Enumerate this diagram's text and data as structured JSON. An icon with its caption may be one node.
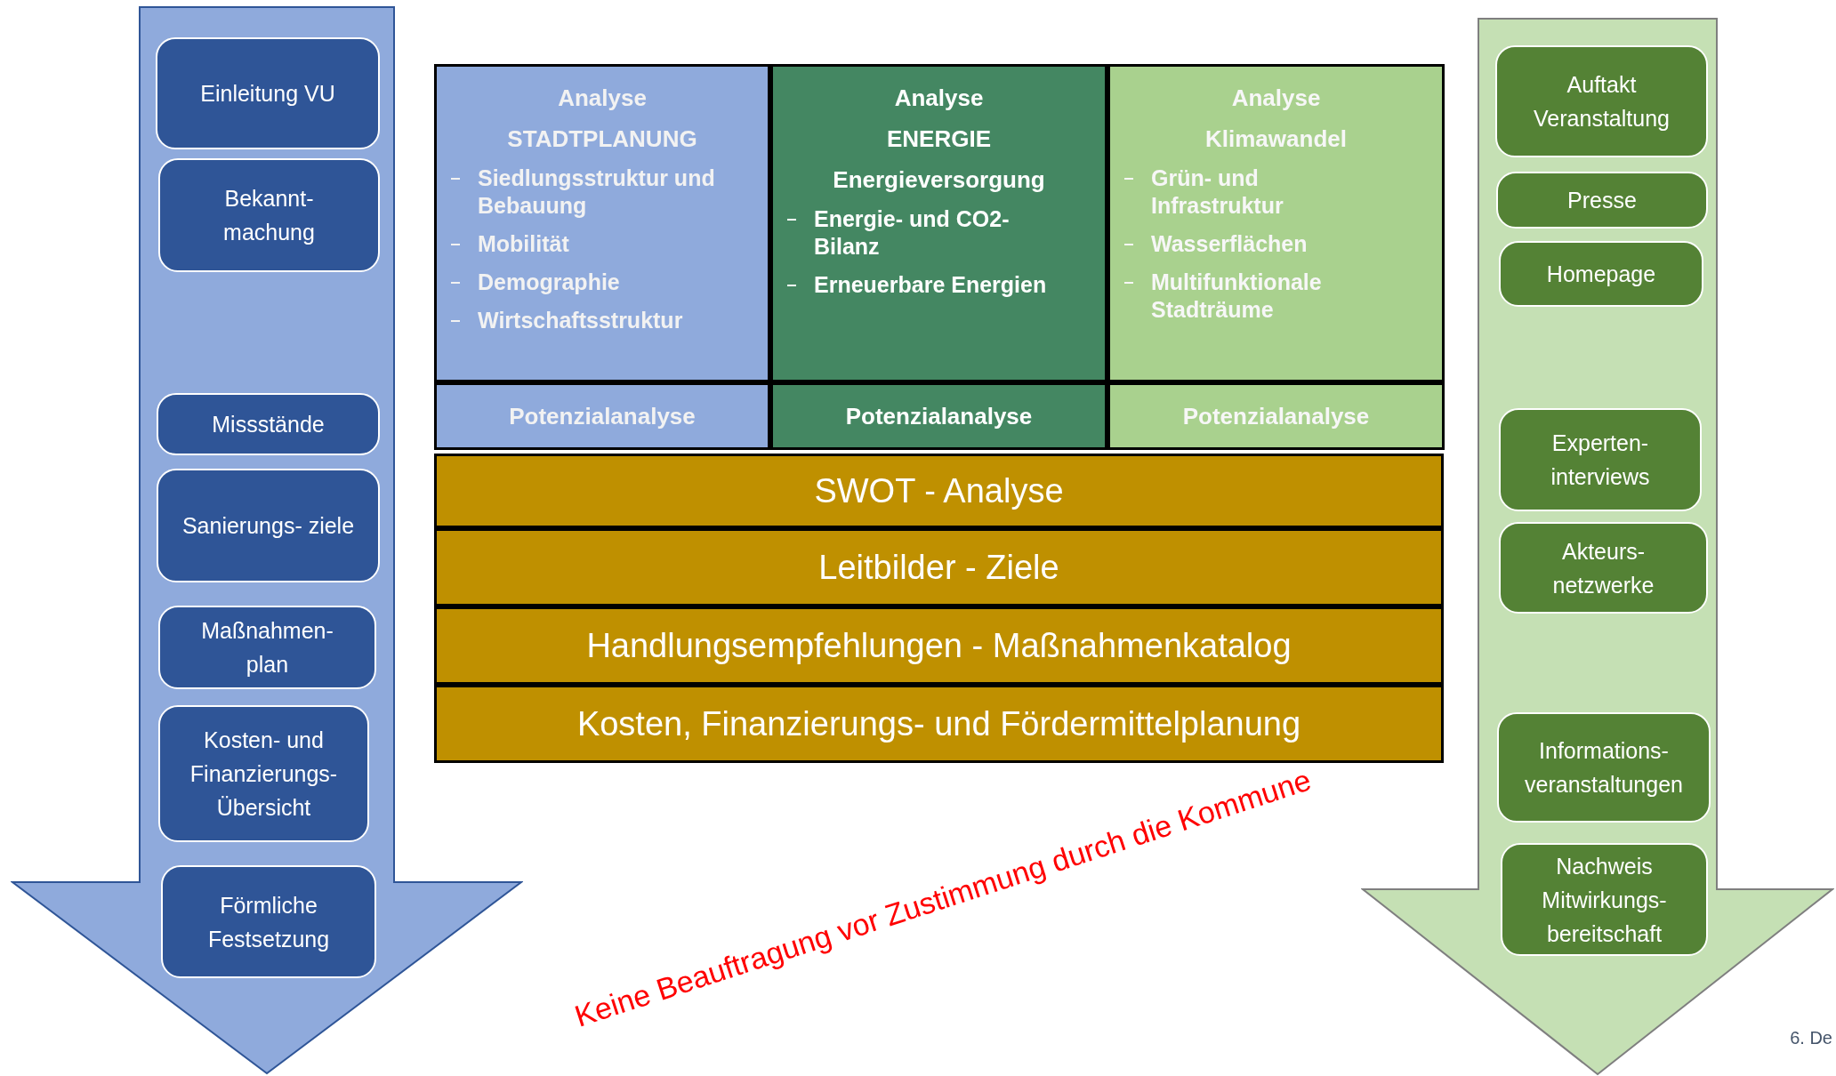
{
  "diagram": {
    "nodes": [
      {
        "text": [],
        "shape": "arrow"
      },
      {
        "text": [
          "Einleitung VU"
        ],
        "in": 0
      },
      {
        "text": [
          "Bekannt- machung"
        ],
        "in": 0
      },
      {
        "text": [
          "Missstände"
        ],
        "in": 0
      },
      {
        "text": [
          "Sanierungs- ziele"
        ],
        "in": 0
      },
      {
        "text": [
          "Maßnahmen- plan"
        ],
        "in": 0
      },
      {
        "text": [
          "Kosten- und Finanzierungs- Übersicht"
        ],
        "in": 0
      },
      {
        "text": [
          "Förmliche Festsetzung"
        ],
        "in": 0
      },
      {
        "text": [
          "Analyse",
          "STADTPLANUNG",
          "Siedlungsstruktur und Bebauung",
          "Mobilität",
          "Demographie",
          "Wirtschaftsstruktur"
        ]
      },
      {
        "text": [
          "Analyse",
          "ENERGIE",
          "Energieversorgung",
          "Energie- und CO2- Bilanz",
          "Erneuerbare Energien"
        ]
      },
      {
        "text": [
          "Analyse",
          "Klimawandel",
          "Grün- und Infrastruktur",
          "Wasserflächen",
          "Multifunktionale Stadträume"
        ]
      },
      {
        "text": [
          "Potenzialanalyse"
        ]
      },
      {
        "text": [
          "Potenzialanalyse"
        ]
      },
      {
        "text": [
          "Potenzialanalyse"
        ]
      },
      {
        "text": [
          "SWOT - Analyse"
        ]
      },
      {
        "text": [
          "Leitbilder - Ziele"
        ]
      },
      {
        "text": [
          "Handlungsempfehlungen - Maßnahmenkatalog"
        ]
      },
      {
        "text": [
          "Kosten, Finanzierungs- und Fördermittelplanung"
        ]
      },
      {
        "text": [],
        "shape": "arrow"
      },
      {
        "text": [
          "Auftakt Veranstaltung"
        ],
        "in": 18
      },
      {
        "text": [
          "Presse"
        ],
        "in": 18
      },
      {
        "text": [
          "Homepage"
        ],
        "in": 18
      },
      {
        "text": [
          "Experten- interviews"
        ],
        "in": 18
      },
      {
        "text": [
          "Akteurs- netzwerke"
        ],
        "in": 18
      },
      {
        "text": [
          "Informations- veranstaltungen"
        ],
        "in": 18
      },
      {
        "text": [
          "Nachweis Mitwirkungs- bereitschaft"
        ],
        "in": 18
      }
    ],
    "edges": [],
    "labels": [
      "Keine Beauftragung vor Zustimmung durch die Kommune",
      "6. De"
    ]
  }
}
